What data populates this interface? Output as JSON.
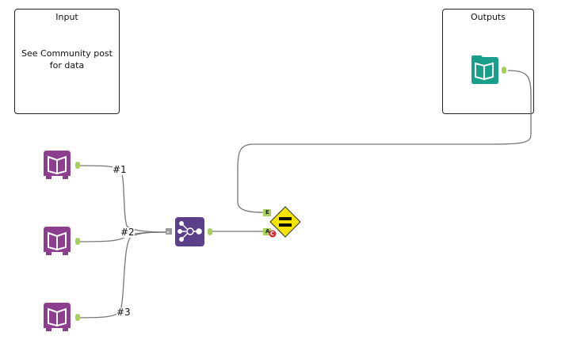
{
  "canvas": {
    "containers": [
      {
        "id": "input",
        "title": "Input",
        "body": "See Community post for data"
      },
      {
        "id": "outputs",
        "title": "Outputs",
        "body": ""
      }
    ],
    "tools": [
      {
        "id": "input-1",
        "type": "input-data",
        "icon": "book-icon",
        "color": "#8B3F8E"
      },
      {
        "id": "input-2",
        "type": "input-data",
        "icon": "book-icon",
        "color": "#8B3F8E"
      },
      {
        "id": "input-3",
        "type": "input-data",
        "icon": "book-icon",
        "color": "#8B3F8E"
      },
      {
        "id": "union",
        "type": "union",
        "icon": "union-icon",
        "color": "#5B3F8A"
      },
      {
        "id": "output-1",
        "type": "output-data",
        "icon": "book-output-icon",
        "color": "#1A9E8C"
      },
      {
        "id": "compare",
        "type": "expect-equal",
        "icon": "equals-diamond-icon",
        "color": "#F5E400"
      }
    ],
    "connection_labels": [
      "#1",
      "#2",
      "#3"
    ],
    "anchors": {
      "expected": "E",
      "actual": "A",
      "error_badge": "C"
    },
    "colors": {
      "anchor": "#A6CF5B",
      "wire": "#777777",
      "error": "#D9262B"
    }
  }
}
